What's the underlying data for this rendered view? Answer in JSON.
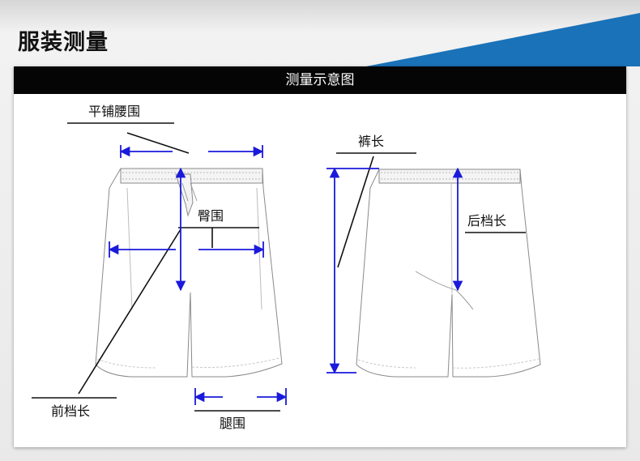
{
  "header": {
    "title": "服装测量"
  },
  "panel": {
    "banner": "测量示意图"
  },
  "labels": {
    "waist": "平铺腰围",
    "hip": "臀围",
    "front_rise": "前档长",
    "thigh": "腿围",
    "pants_length": "裤长",
    "back_rise": "后档长"
  },
  "colors": {
    "accent_blue": "#1a72b8",
    "arrow_blue": "#1a1adc",
    "banner": "#050505"
  },
  "icons": [
    "arrow-icon"
  ]
}
